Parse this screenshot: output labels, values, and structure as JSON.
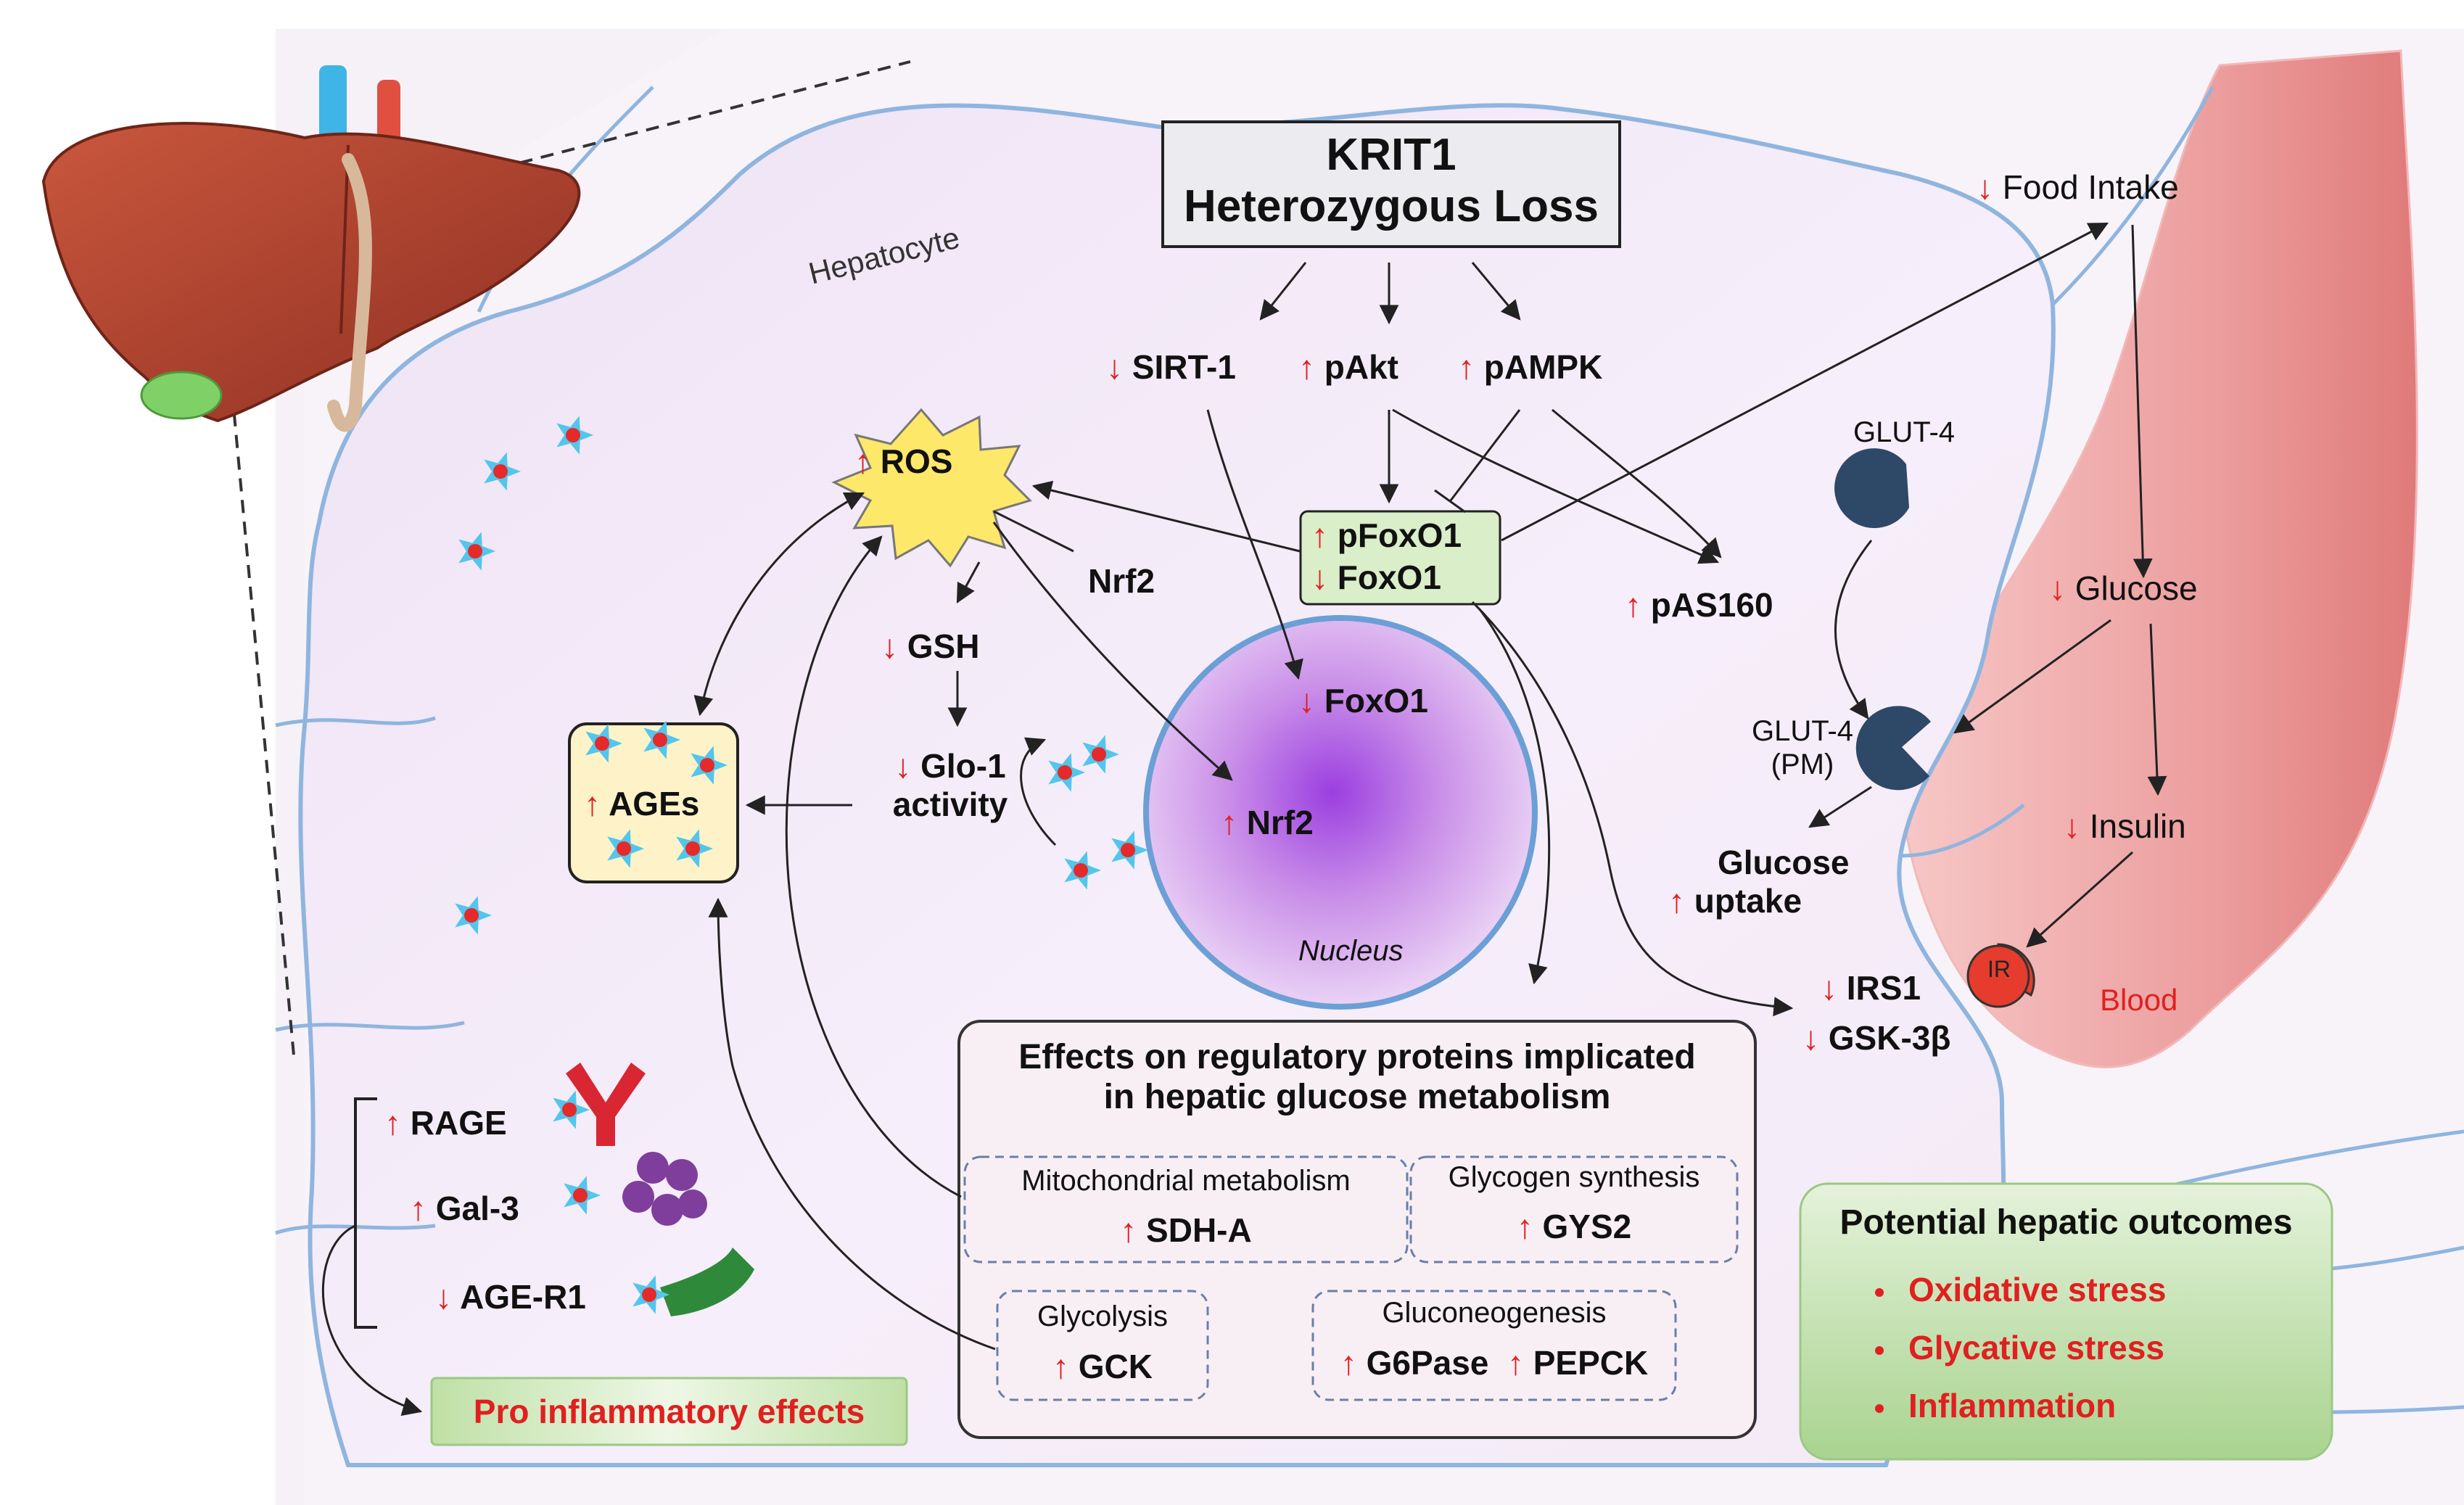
{
  "colors": {
    "up_arrow": "#e02020",
    "down_arrow": "#e02020",
    "cell_border": "#7fa6d6",
    "box_border": "#222222",
    "outcome_green": "#c9e4b6",
    "ages_box": "#fdf2c8",
    "blood": "#e58a8a",
    "nucleus": "#b65ad8"
  },
  "icons": [
    "liver-icon",
    "ros-burst-icon",
    "age-molecule-icon",
    "glut4-pacman-icon",
    "insulin-receptor-icon",
    "rage-receptor-icon",
    "gal3-receptor-icon",
    "ager1-receptor-icon"
  ],
  "arrows": {
    "up": "↑",
    "down": "↓"
  },
  "krit1": {
    "line1": "KRIT1",
    "line2": "Heterozygous Loss"
  },
  "cell_label": "Hepatocyte",
  "nucleus_label": "Nucleus",
  "blood_label": "Blood",
  "ir_label": "IR",
  "sirt1": "SIRT-1",
  "pakt": "pAkt",
  "pampk": "pAMPK",
  "ros": "ROS",
  "nrf2_cyto": "Nrf2",
  "pfoxo1": "pFoxO1",
  "foxo1": "FoxO1",
  "foxo1_nuc": "FoxO1",
  "nrf2_nuc": "Nrf2",
  "pas160": "pAS160",
  "gsh": "GSH",
  "glo1": {
    "line1": "Glo-1",
    "line2": "activity"
  },
  "ages": "AGEs",
  "food_intake": "Food Intake",
  "glucose": "Glucose",
  "insulin": "Insulin",
  "glut4": "GLUT-4",
  "glut4_pm": {
    "line1": "GLUT-4",
    "line2": "(PM)"
  },
  "glucose_uptake": {
    "line1": "Glucose",
    "line2": "uptake"
  },
  "irs1": "IRS1",
  "gsk3b": "GSK-3β",
  "receptors": {
    "rage": "RAGE",
    "gal3": "Gal-3",
    "ager1": "AGE-R1"
  },
  "pro_inflammatory": "Pro inflammatory effects",
  "effects": {
    "title_line1": "Effects on regulatory proteins implicated",
    "title_line2": "in hepatic glucose metabolism",
    "mito": "Mitochondrial metabolism",
    "sdha": "SDH-A",
    "glycogen": "Glycogen synthesis",
    "gys2": "GYS2",
    "glycolysis": "Glycolysis",
    "gck": "GCK",
    "gluconeo": "Gluconeogenesis",
    "g6pase": "G6Pase",
    "pepck": "PEPCK"
  },
  "outcomes": {
    "title": "Potential hepatic outcomes",
    "items": [
      "Oxidative stress",
      "Glycative stress",
      "Inflammation"
    ]
  }
}
